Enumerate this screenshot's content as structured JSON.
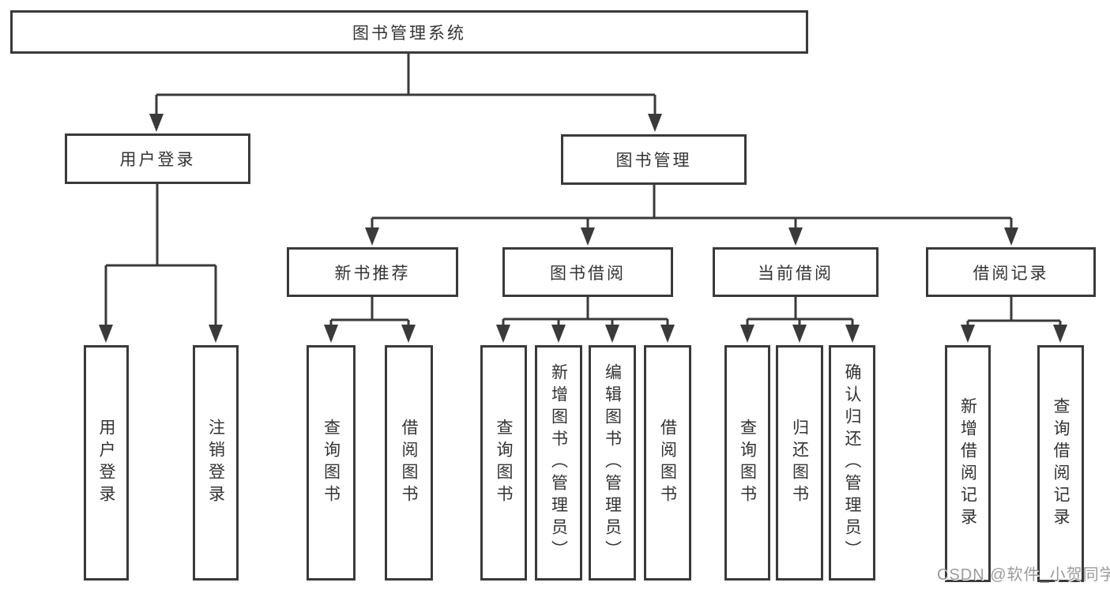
{
  "diagram_type": "hierarchy-tree",
  "colors": {
    "line": "#3a3a3a",
    "box_border": "#3a3a3a",
    "box_fill": "#ffffff",
    "text": "#333333",
    "watermark": "#9b9b9b",
    "background": "#ffffff"
  },
  "tree": {
    "label": "图书管理系统",
    "children": [
      {
        "label": "用户登录",
        "children": [
          {
            "label": "用户登录"
          },
          {
            "label": "注销登录"
          }
        ]
      },
      {
        "label": "图书管理",
        "children": [
          {
            "label": "新书推荐",
            "children": [
              {
                "label": "查询图书"
              },
              {
                "label": "借阅图书"
              }
            ]
          },
          {
            "label": "图书借阅",
            "children": [
              {
                "label": "查询图书"
              },
              {
                "label": "新增图书（管理员）"
              },
              {
                "label": "编辑图书（管理员）"
              },
              {
                "label": "借阅图书"
              }
            ]
          },
          {
            "label": "当前借阅",
            "children": [
              {
                "label": "查询图书"
              },
              {
                "label": "归还图书"
              },
              {
                "label": "确认归还（管理员）"
              }
            ]
          },
          {
            "label": "借阅记录",
            "children": [
              {
                "label": "新增借阅记录"
              },
              {
                "label": "查询借阅记录"
              }
            ]
          }
        ]
      }
    ]
  },
  "watermark": {
    "text": "CSDN @软件_小贺同学"
  }
}
